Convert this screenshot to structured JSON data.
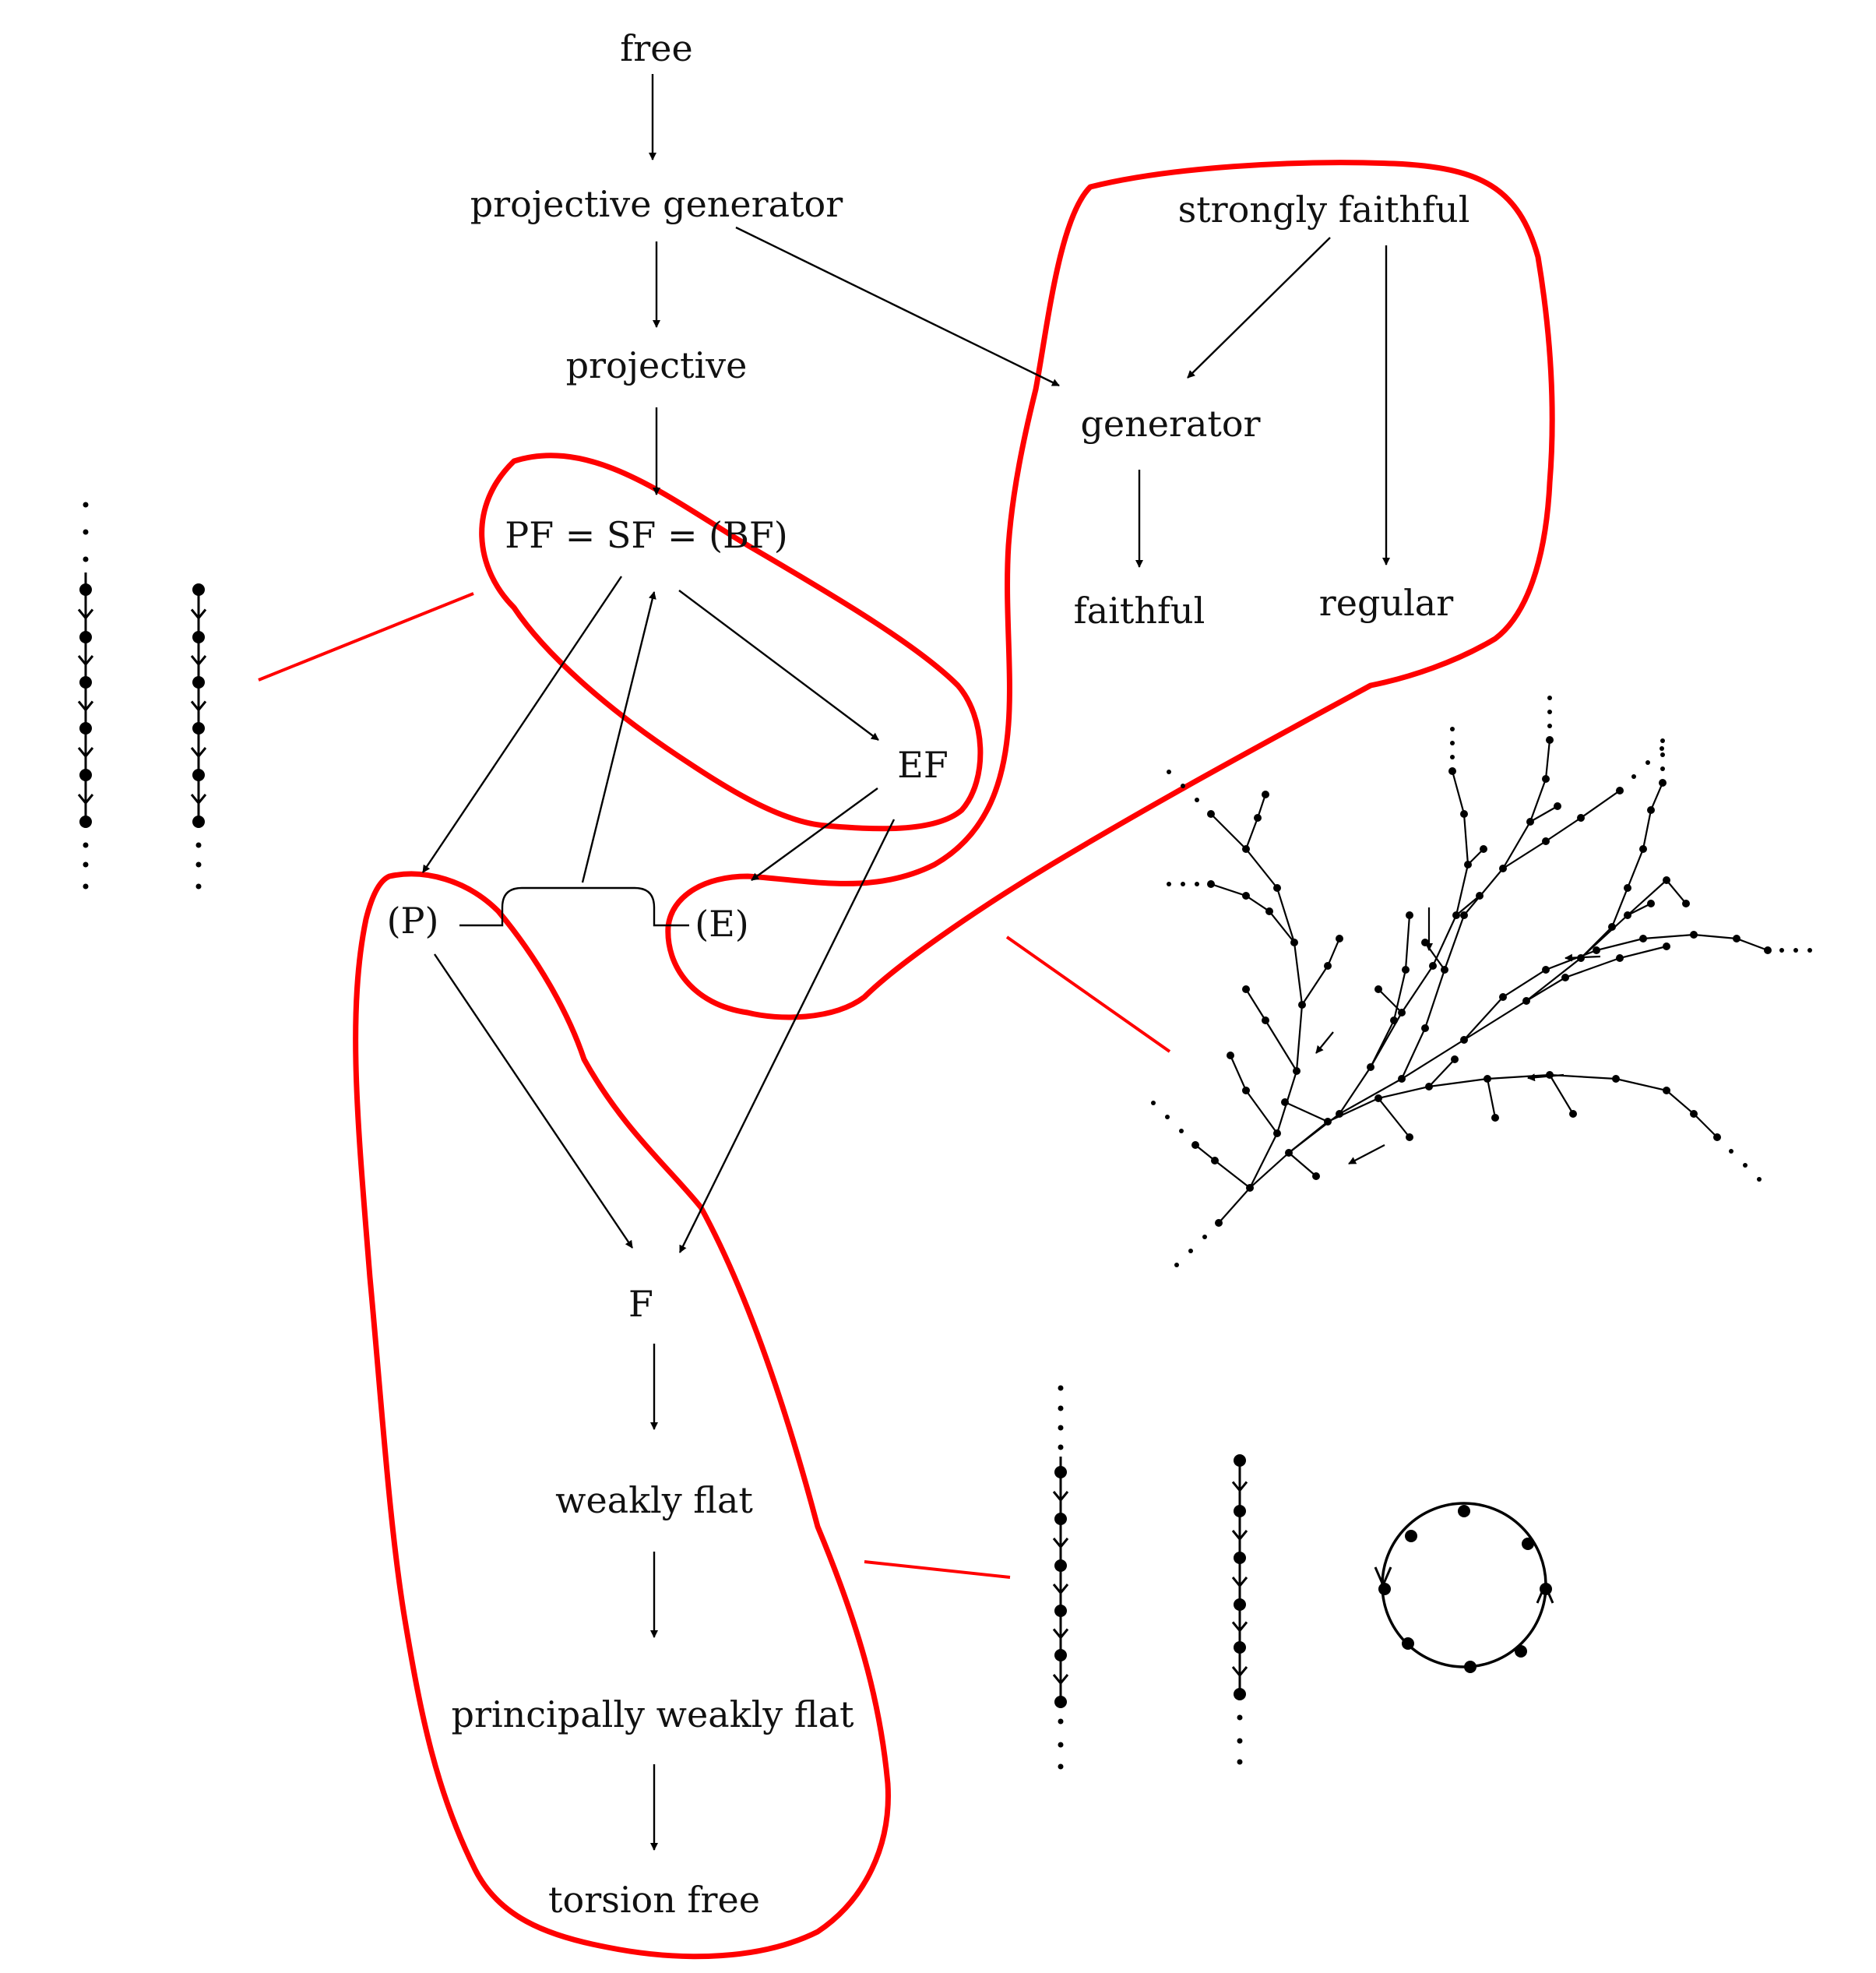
{
  "nodes": {
    "free": "free",
    "projective_generator": "projective generator",
    "projective": "projective",
    "pf_sf_bf": "PF = SF = (BF)",
    "strongly_faithful": "strongly faithful",
    "generator": "generator",
    "faithful": "faithful",
    "regular": "regular",
    "ef": "EF",
    "p": "(P)",
    "e": "(E)",
    "f": "F",
    "weakly_flat": "weakly flat",
    "principally_weakly_flat": "principally weakly flat",
    "torsion_free": "torsion free"
  },
  "colors": {
    "region_outline": "#ff0000",
    "ink": "#000000"
  }
}
